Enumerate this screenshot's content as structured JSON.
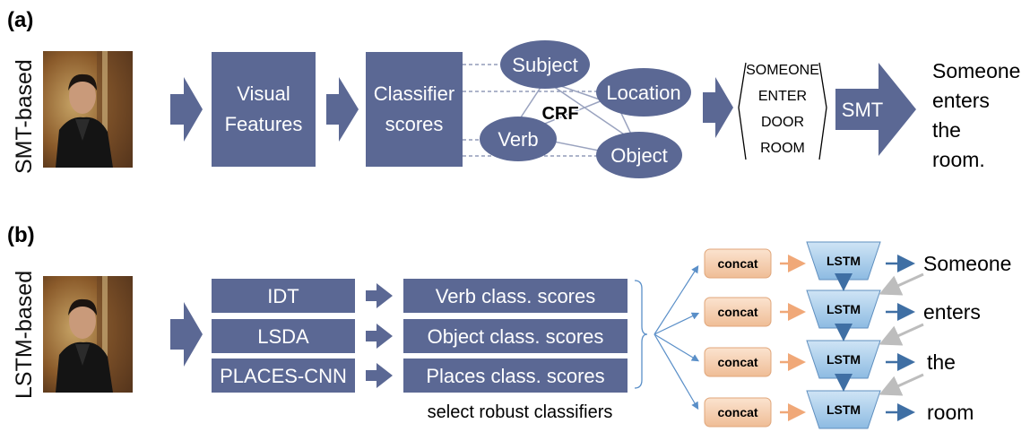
{
  "panel_a": {
    "label": "(a)",
    "side_label": "SMT-based",
    "visual_features": [
      "Visual",
      "Features"
    ],
    "classifier_scores": [
      "Classifier",
      "scores"
    ],
    "nodes": {
      "subject": "Subject",
      "location": "Location",
      "verb": "Verb",
      "object": "Object",
      "crf": "CRF"
    },
    "tokens": [
      "SOMEONE",
      "ENTER",
      "DOOR",
      "ROOM"
    ],
    "smt": "SMT",
    "output": [
      "Someone",
      "enters",
      "the",
      "room."
    ]
  },
  "panel_b": {
    "label": "(b)",
    "side_label": "LSTM-based",
    "features": [
      "IDT",
      "LSDA",
      "PLACES-CNN"
    ],
    "scores": [
      "Verb class. scores",
      "Object class. scores",
      "Places class. scores"
    ],
    "caption": "select robust classifiers",
    "concat": "concat",
    "lstm": "LSTM",
    "words": [
      "Someone",
      "enters",
      "the",
      "room"
    ]
  },
  "colors": {
    "box": "#5b6894",
    "concat": "#f2c9a8",
    "lstm": "#9cc3e4",
    "orange_arrow": "#f0a878",
    "blue_arrow": "#3f6fa4",
    "gray_arrow": "#bdbdbd"
  }
}
